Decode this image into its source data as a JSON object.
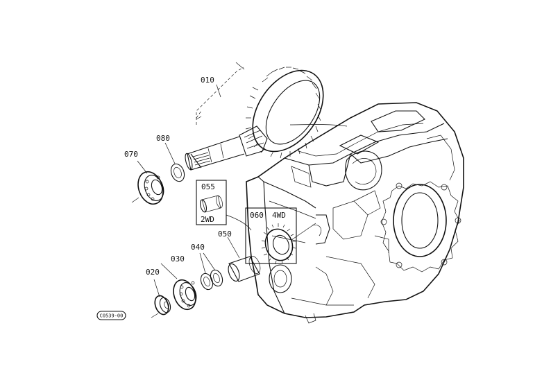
{
  "parts": {
    "p010": "010",
    "p020": "020",
    "p030": "030",
    "p040": "040",
    "p050": "050",
    "p055": "055",
    "p060": "060",
    "p070": "070",
    "p080": "080"
  },
  "variants": {
    "two_wd": "2WD",
    "four_wd": "4WD"
  },
  "drawing_code": "C0539-00"
}
